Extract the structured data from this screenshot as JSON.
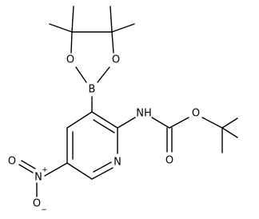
{
  "molecule": {
    "atoms": {
      "O_ring_left": "O",
      "O_ring_right": "O",
      "B": "B",
      "NH": "NH",
      "N_ring": "N",
      "O_ester": "O",
      "O_carbonyl": "O",
      "N_nitro": "N",
      "O_nitro_top": "O",
      "O_nitro_bottom": "O"
    },
    "charges": {
      "N_nitro": "+",
      "O_nitro_bottom": "−"
    }
  }
}
